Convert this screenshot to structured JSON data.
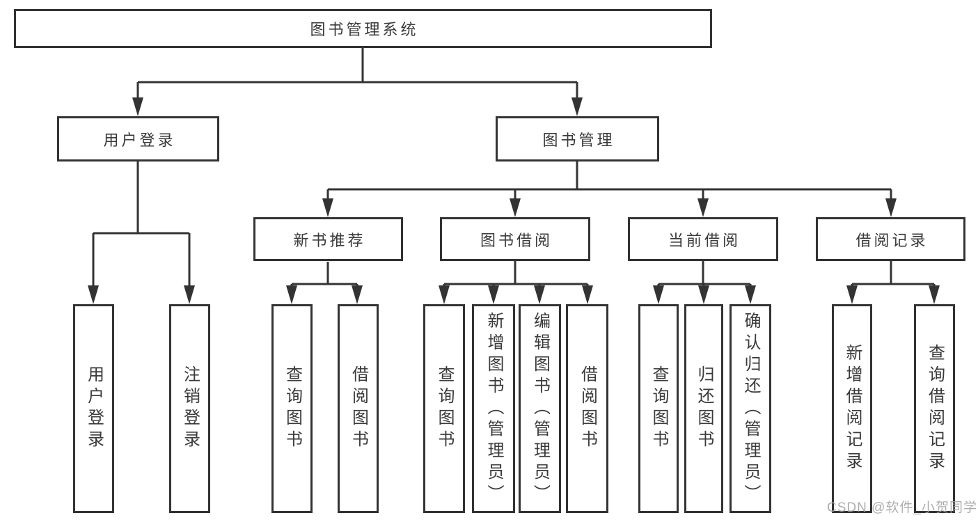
{
  "diagram": {
    "title": "图书管理系统",
    "root": {
      "label": "图书管理系统"
    },
    "branches": [
      {
        "label": "用户登录",
        "children": [
          {
            "label": "用户登录"
          },
          {
            "label": "注销登录"
          }
        ]
      },
      {
        "label": "图书管理",
        "children": [
          {
            "label": "新书推荐",
            "children": [
              {
                "label": "查询图书"
              },
              {
                "label": "借阅图书"
              }
            ]
          },
          {
            "label": "图书借阅",
            "children": [
              {
                "label": "查询图书"
              },
              {
                "label": "新增图书（管理员）"
              },
              {
                "label": "编辑图书（管理员）"
              },
              {
                "label": "借阅图书"
              }
            ]
          },
          {
            "label": "当前借阅",
            "children": [
              {
                "label": "查询图书"
              },
              {
                "label": "归还图书"
              },
              {
                "label": "确认归还（管理员）"
              }
            ]
          },
          {
            "label": "借阅记录",
            "children": [
              {
                "label": "新增借阅记录"
              },
              {
                "label": "查询借阅记录"
              }
            ]
          }
        ]
      }
    ]
  },
  "watermark": "CSDN @软件_小贺同学",
  "colors": {
    "line": "#333333",
    "box_border": "#333333",
    "text": "#3a3a3a",
    "background": "#ffffff",
    "watermark": "#a4a4a4"
  }
}
